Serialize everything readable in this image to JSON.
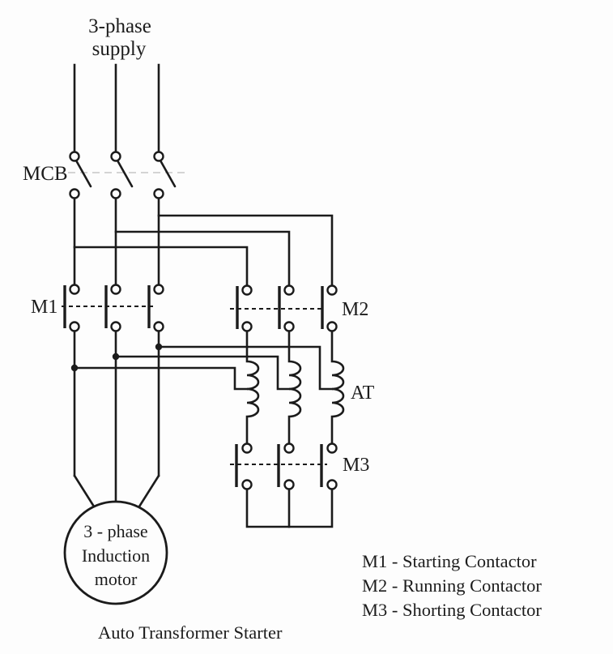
{
  "diagram": {
    "supply": {
      "line1": "3-phase",
      "line2": "supply"
    },
    "labels": {
      "mcb": "MCB",
      "m1": "M1",
      "m2": "M2",
      "at": "AT",
      "m3": "M3"
    },
    "motor": {
      "line1": "3 - phase",
      "line2": "Induction",
      "line3": "motor"
    },
    "caption": "Auto Transformer Starter",
    "legend": [
      {
        "label": "M1 - Starting Contactor"
      },
      {
        "label": "M2 - Running Contactor"
      },
      {
        "label": "M3 - Shorting Contactor"
      }
    ],
    "colors": {
      "wire": "#1b1b1b",
      "background": "#fdfdfd",
      "linkage_line": "#c6c6c6"
    }
  }
}
